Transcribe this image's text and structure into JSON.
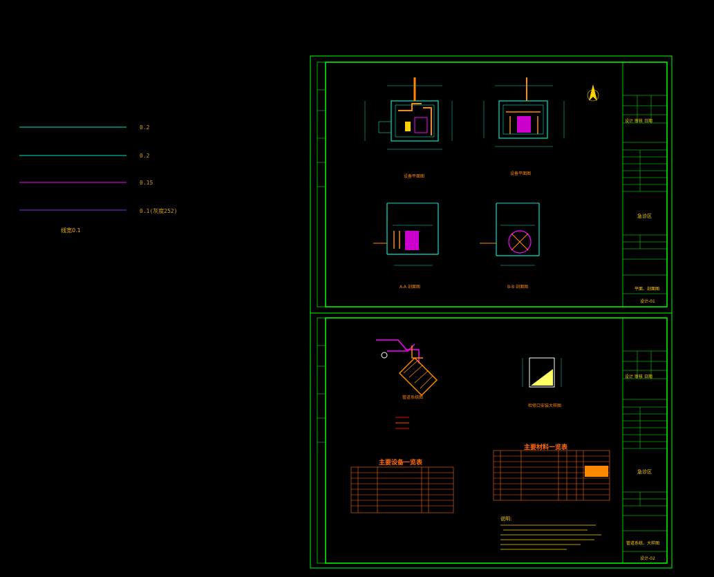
{
  "colors": {
    "background": "#000000",
    "frame": "#00ff00",
    "cyan": "#00e5c8",
    "magenta": "#ff00ff",
    "purple": "#8a2be2",
    "orange": "#ff8a00",
    "yellow": "#ffd000"
  },
  "legend": {
    "items": [
      {
        "label": "0.2",
        "color": "#00e5c8"
      },
      {
        "label": "0.2",
        "color": "#00e5c8"
      },
      {
        "label": "0.15",
        "color": "#ff00ff"
      },
      {
        "label": "0.1(灰度252)",
        "color": "#8a2be2"
      }
    ],
    "note": "线宽0.1"
  },
  "sheet1": {
    "title_block": {
      "region": "急诊区",
      "scale": "平面、剖面图",
      "drawing_no": "设计-01",
      "row_label": "设计 审核 日期"
    },
    "captions": {
      "plan1": "设备平面图",
      "plan2": "设备平面图",
      "section1": "A-A 剖面图",
      "section2": "B-B 剖面图"
    }
  },
  "sheet2": {
    "title_block": {
      "region": "急诊区",
      "scale": "管道系统、大样图",
      "drawing_no": "设计-02",
      "row_label": "设计 审核 日期"
    },
    "captions": {
      "isometric": "管道系统图",
      "detail": "检修口安装大样图"
    },
    "table_left_title": "主要设备一览表",
    "table_right_title": "主要材料一览表",
    "notes_title": "说明:"
  }
}
